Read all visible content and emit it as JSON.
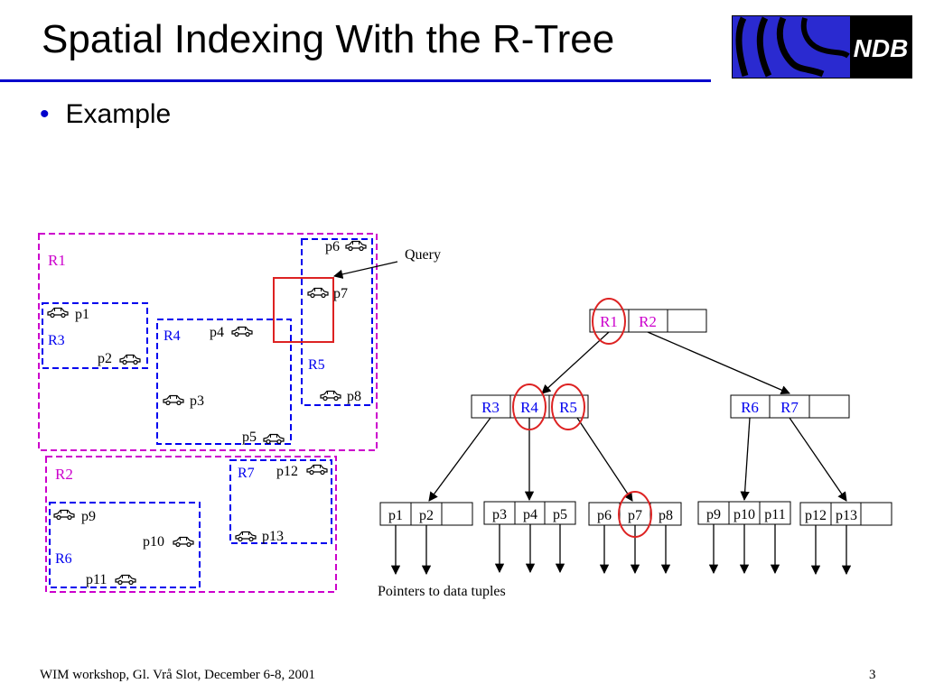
{
  "title": "Spatial Indexing With the R-Tree",
  "bullet": "Example",
  "logo": {
    "text": "NDB",
    "bg_color": "#2a2ad0"
  },
  "colors": {
    "accent": "#0000cc",
    "magenta": "#cc00cc",
    "blue": "#0000ee",
    "query_red": "#dd2222"
  },
  "diagram": {
    "query_label": "Query",
    "pointers_label": "Pointers to data tuples",
    "regions": [
      {
        "id": "R1",
        "label": "R1",
        "color": "magenta"
      },
      {
        "id": "R2",
        "label": "R2",
        "color": "magenta"
      },
      {
        "id": "R3",
        "label": "R3",
        "color": "blue"
      },
      {
        "id": "R4",
        "label": "R4",
        "color": "blue"
      },
      {
        "id": "R5",
        "label": "R5",
        "color": "blue"
      },
      {
        "id": "R6",
        "label": "R6",
        "color": "blue"
      },
      {
        "id": "R7",
        "label": "R7",
        "color": "blue"
      }
    ],
    "points": [
      "p1",
      "p2",
      "p3",
      "p4",
      "p5",
      "p6",
      "p7",
      "p8",
      "p9",
      "p10",
      "p11",
      "p12",
      "p13"
    ],
    "tree": {
      "root": [
        "R1",
        "R2",
        ""
      ],
      "level1": [
        [
          "R3",
          "R4",
          "R5"
        ],
        [
          "R6",
          "R7",
          ""
        ]
      ],
      "leaves": [
        [
          "p1",
          "p2",
          ""
        ],
        [
          "p3",
          "p4",
          "p5"
        ],
        [
          "p6",
          "p7",
          "p8"
        ],
        [
          "p9",
          "p10",
          "p11"
        ],
        [
          "p12",
          "p13",
          ""
        ]
      ],
      "highlighted": [
        "R1",
        "R4",
        "R5",
        "p7"
      ]
    }
  },
  "footer": {
    "left": "WIM workshop, Gl. Vrå Slot, December 6-8, 2001",
    "page": "3"
  }
}
